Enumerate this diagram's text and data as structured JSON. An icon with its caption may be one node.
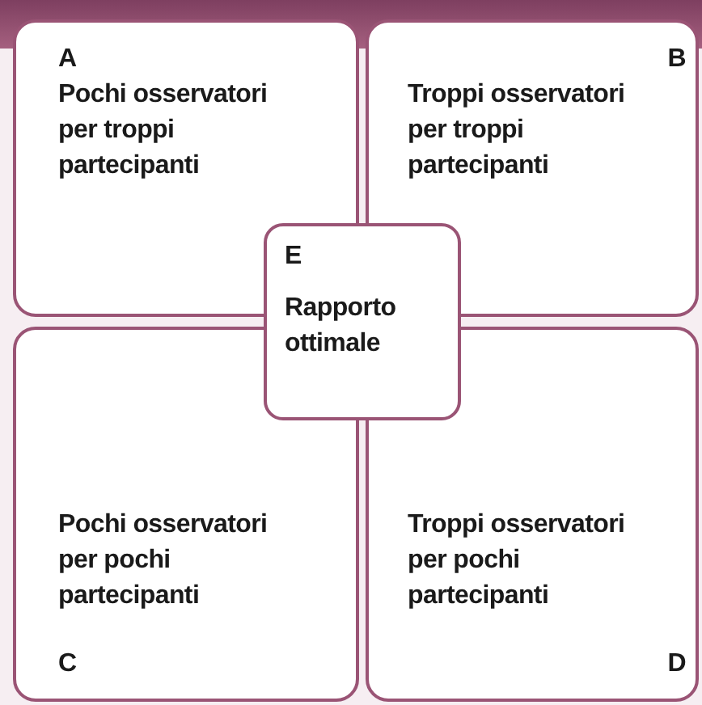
{
  "diagram": {
    "nodes": [
      {
        "text": [
          "A",
          "Pochi osservatori per troppi partecipanti"
        ]
      },
      {
        "text": [
          "B",
          "Troppi osservatori per troppi partecipanti"
        ]
      },
      {
        "text": [
          "Pochi osservatori per pochi partecipanti",
          "C"
        ]
      },
      {
        "text": [
          "Troppi osservatori per pochi partecipanti",
          "D"
        ]
      },
      {
        "text": [
          "E",
          "Rapporto ottimale"
        ]
      }
    ],
    "edges": []
  }
}
